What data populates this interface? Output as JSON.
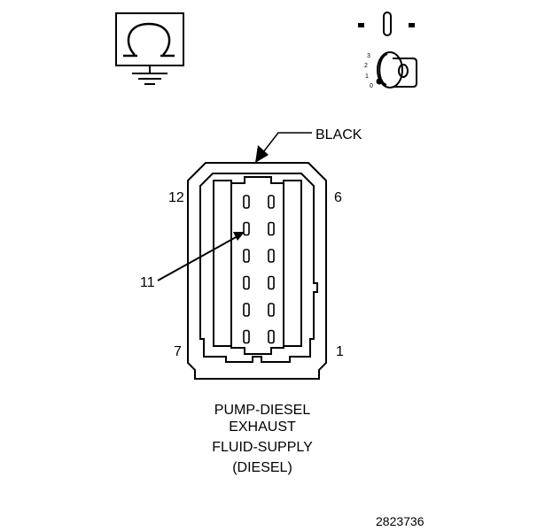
{
  "connector": {
    "color_label": "BLACK",
    "pin_labels": {
      "top_left": "12",
      "top_right": "6",
      "bottom_left": "7",
      "bottom_right": "1",
      "callout": "11"
    },
    "title_lines": [
      "PUMP-DIESEL",
      "EXHAUST",
      "FLUID-SUPPLY",
      "(DIESEL)"
    ],
    "pin_rows": 6,
    "pin_columns": 2
  },
  "ignition_switch": {
    "positions": [
      "3",
      "2",
      "1",
      "0"
    ]
  },
  "figure_number": "2823736",
  "icons": [
    "ohmmeter-ground-icon",
    "ignition-key-switch-icon"
  ]
}
